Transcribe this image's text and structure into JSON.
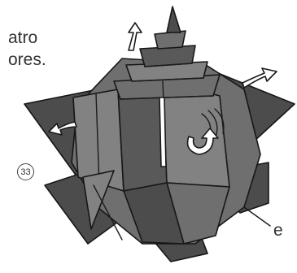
{
  "text_fragments": {
    "line_1": "atro",
    "line_2": "ores."
  },
  "step_number": "33",
  "reference_label": "e",
  "colors": {
    "paper": "#6f6f6f",
    "outline": "#161616",
    "arrow_fill": "#ffffff",
    "background": "#ffffff"
  }
}
